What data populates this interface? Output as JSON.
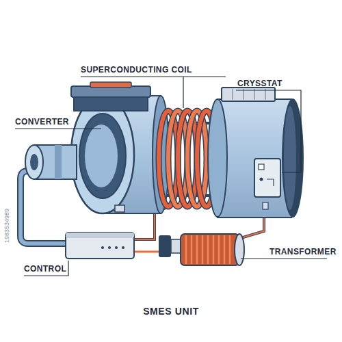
{
  "diagram": {
    "caption": "SMES UNIT",
    "labels": [
      "SUPERCONDUCTING COIL",
      "CRYSSTAT",
      "CONVERTER",
      "CONTROL",
      "TRANSFORMER",
      "1983534989"
    ]
  }
}
